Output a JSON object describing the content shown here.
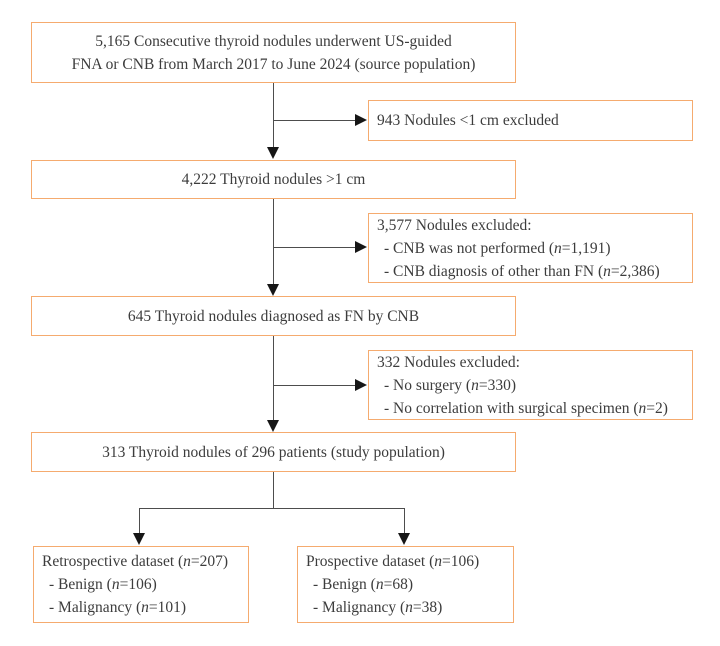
{
  "colors": {
    "border": "#F5AB6F",
    "line": "#4D4D4D",
    "arrow": "#161616",
    "text": "#3C3C3C"
  },
  "boxes": {
    "source": {
      "lines": [
        "5,165 Consecutive thyroid nodules underwent US-guided",
        "FNA or CNB from March 2017 to June 2024 (source population)"
      ]
    },
    "excluded_size": {
      "lines": [
        "943 Nodules <1 cm excluded"
      ]
    },
    "gt1cm": {
      "lines": [
        "4,222 Thyroid nodules >1 cm"
      ]
    },
    "excluded_cnb": {
      "lines": [
        "3,577 Nodules excluded:",
        "- CNB was not performed (n=1,191)",
        "- CNB diagnosis of other than FN (n=2,386)"
      ]
    },
    "fn_by_cnb": {
      "lines": [
        "645 Thyroid nodules diagnosed as FN by CNB"
      ]
    },
    "excluded_surgery": {
      "lines": [
        "332 Nodules excluded:",
        "- No surgery (n=330)",
        "- No correlation with surgical specimen (n=2)"
      ]
    },
    "study_population": {
      "lines": [
        "313 Thyroid nodules of 296 patients (study population)"
      ]
    },
    "retrospective": {
      "lines": [
        "Retrospective dataset (n=207)",
        "- Benign (n=106)",
        "- Malignancy (n=101)"
      ]
    },
    "prospective": {
      "lines": [
        "Prospective dataset (n=106)",
        "- Benign (n=68)",
        "- Malignancy (n=38)"
      ]
    }
  }
}
